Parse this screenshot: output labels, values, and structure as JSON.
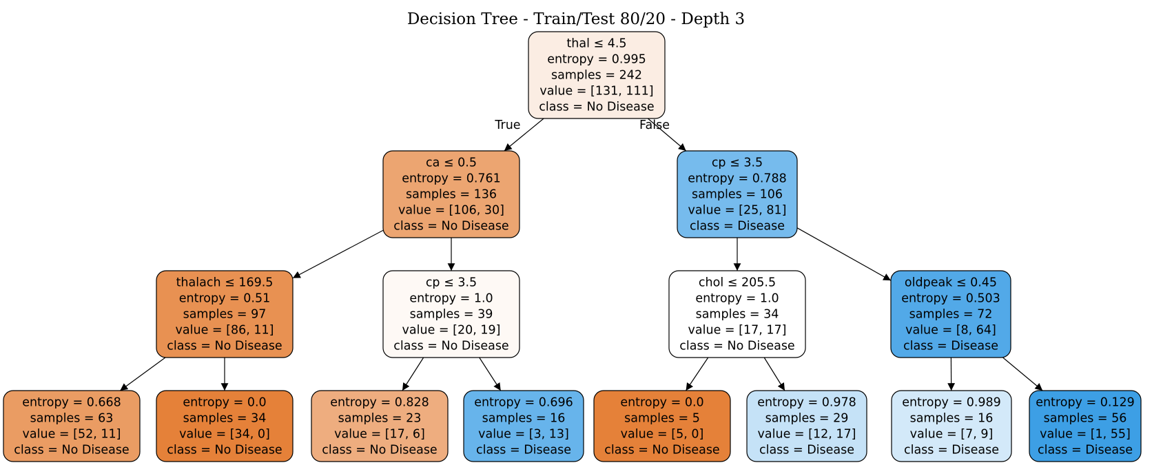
{
  "title": "Decision Tree - Train/Test 80/20 - Depth 3",
  "edge_labels": {
    "true_label": "True",
    "false_label": "False"
  },
  "colors": {
    "no_disease": "#e58139",
    "disease": "#399de5"
  },
  "nodes": [
    {
      "id": "root",
      "lines": [
        "thal ≤ 4.5",
        "entropy = 0.995",
        "samples = 242",
        "value = [131, 111]",
        "class = No Disease"
      ],
      "fill": "#fbede3"
    },
    {
      "id": "L",
      "lines": [
        "ca ≤ 0.5",
        "entropy = 0.761",
        "samples = 136",
        "value = [106, 30]",
        "class = No Disease"
      ],
      "fill": "#eca571"
    },
    {
      "id": "R",
      "lines": [
        "cp ≤ 3.5",
        "entropy = 0.788",
        "samples = 106",
        "value = [25, 81]",
        "class = Disease"
      ],
      "fill": "#76bbed"
    },
    {
      "id": "LL",
      "lines": [
        "thalach ≤ 169.5",
        "entropy = 0.51",
        "samples = 97",
        "value = [86, 11]",
        "class = No Disease"
      ],
      "fill": "#e89152"
    },
    {
      "id": "LR",
      "lines": [
        "cp ≤ 3.5",
        "entropy = 1.0",
        "samples = 39",
        "value = [20, 19]",
        "class = No Disease"
      ],
      "fill": "#fef9f5"
    },
    {
      "id": "RL",
      "lines": [
        "chol ≤ 205.5",
        "entropy = 1.0",
        "samples = 34",
        "value = [17, 17]",
        "class = No Disease"
      ],
      "fill": "#ffffff"
    },
    {
      "id": "RR",
      "lines": [
        "oldpeak ≤ 0.45",
        "entropy = 0.503",
        "samples = 72",
        "value = [8, 64]",
        "class = Disease"
      ],
      "fill": "#52a9e8"
    },
    {
      "id": "LLL",
      "lines": [
        "entropy = 0.668",
        "samples = 63",
        "value = [52, 11]",
        "class = No Disease"
      ],
      "fill": "#ea9c63"
    },
    {
      "id": "LLR",
      "lines": [
        "entropy = 0.0",
        "samples = 34",
        "value = [34, 0]",
        "class = No Disease"
      ],
      "fill": "#e58139"
    },
    {
      "id": "LRL",
      "lines": [
        "entropy = 0.828",
        "samples = 23",
        "value = [17, 6]",
        "class = No Disease"
      ],
      "fill": "#eead7f"
    },
    {
      "id": "LRR",
      "lines": [
        "entropy = 0.696",
        "samples = 16",
        "value = [3, 13]",
        "class = Disease"
      ],
      "fill": "#67b4eb"
    },
    {
      "id": "RLL",
      "lines": [
        "entropy = 0.0",
        "samples = 5",
        "value = [5, 0]",
        "class = No Disease"
      ],
      "fill": "#e58139"
    },
    {
      "id": "RLR",
      "lines": [
        "entropy = 0.978",
        "samples = 29",
        "value = [12, 17]",
        "class = Disease"
      ],
      "fill": "#c5e2f7"
    },
    {
      "id": "RRL",
      "lines": [
        "entropy = 0.989",
        "samples = 16",
        "value = [7, 9]",
        "class = Disease"
      ],
      "fill": "#d3e9f9"
    },
    {
      "id": "RRR",
      "lines": [
        "entropy = 0.129",
        "samples = 56",
        "value = [1, 55]",
        "class = Disease"
      ],
      "fill": "#3d9fe5"
    }
  ],
  "edges": [
    {
      "from": "root",
      "to": "L",
      "label": "True"
    },
    {
      "from": "root",
      "to": "R",
      "label": "False"
    },
    {
      "from": "L",
      "to": "LL"
    },
    {
      "from": "L",
      "to": "LR"
    },
    {
      "from": "R",
      "to": "RL"
    },
    {
      "from": "R",
      "to": "RR"
    },
    {
      "from": "LL",
      "to": "LLL"
    },
    {
      "from": "LL",
      "to": "LLR"
    },
    {
      "from": "LR",
      "to": "LRL"
    },
    {
      "from": "LR",
      "to": "LRR"
    },
    {
      "from": "RL",
      "to": "RLL"
    },
    {
      "from": "RL",
      "to": "RLR"
    },
    {
      "from": "RR",
      "to": "RRL"
    },
    {
      "from": "RR",
      "to": "RRR"
    }
  ]
}
